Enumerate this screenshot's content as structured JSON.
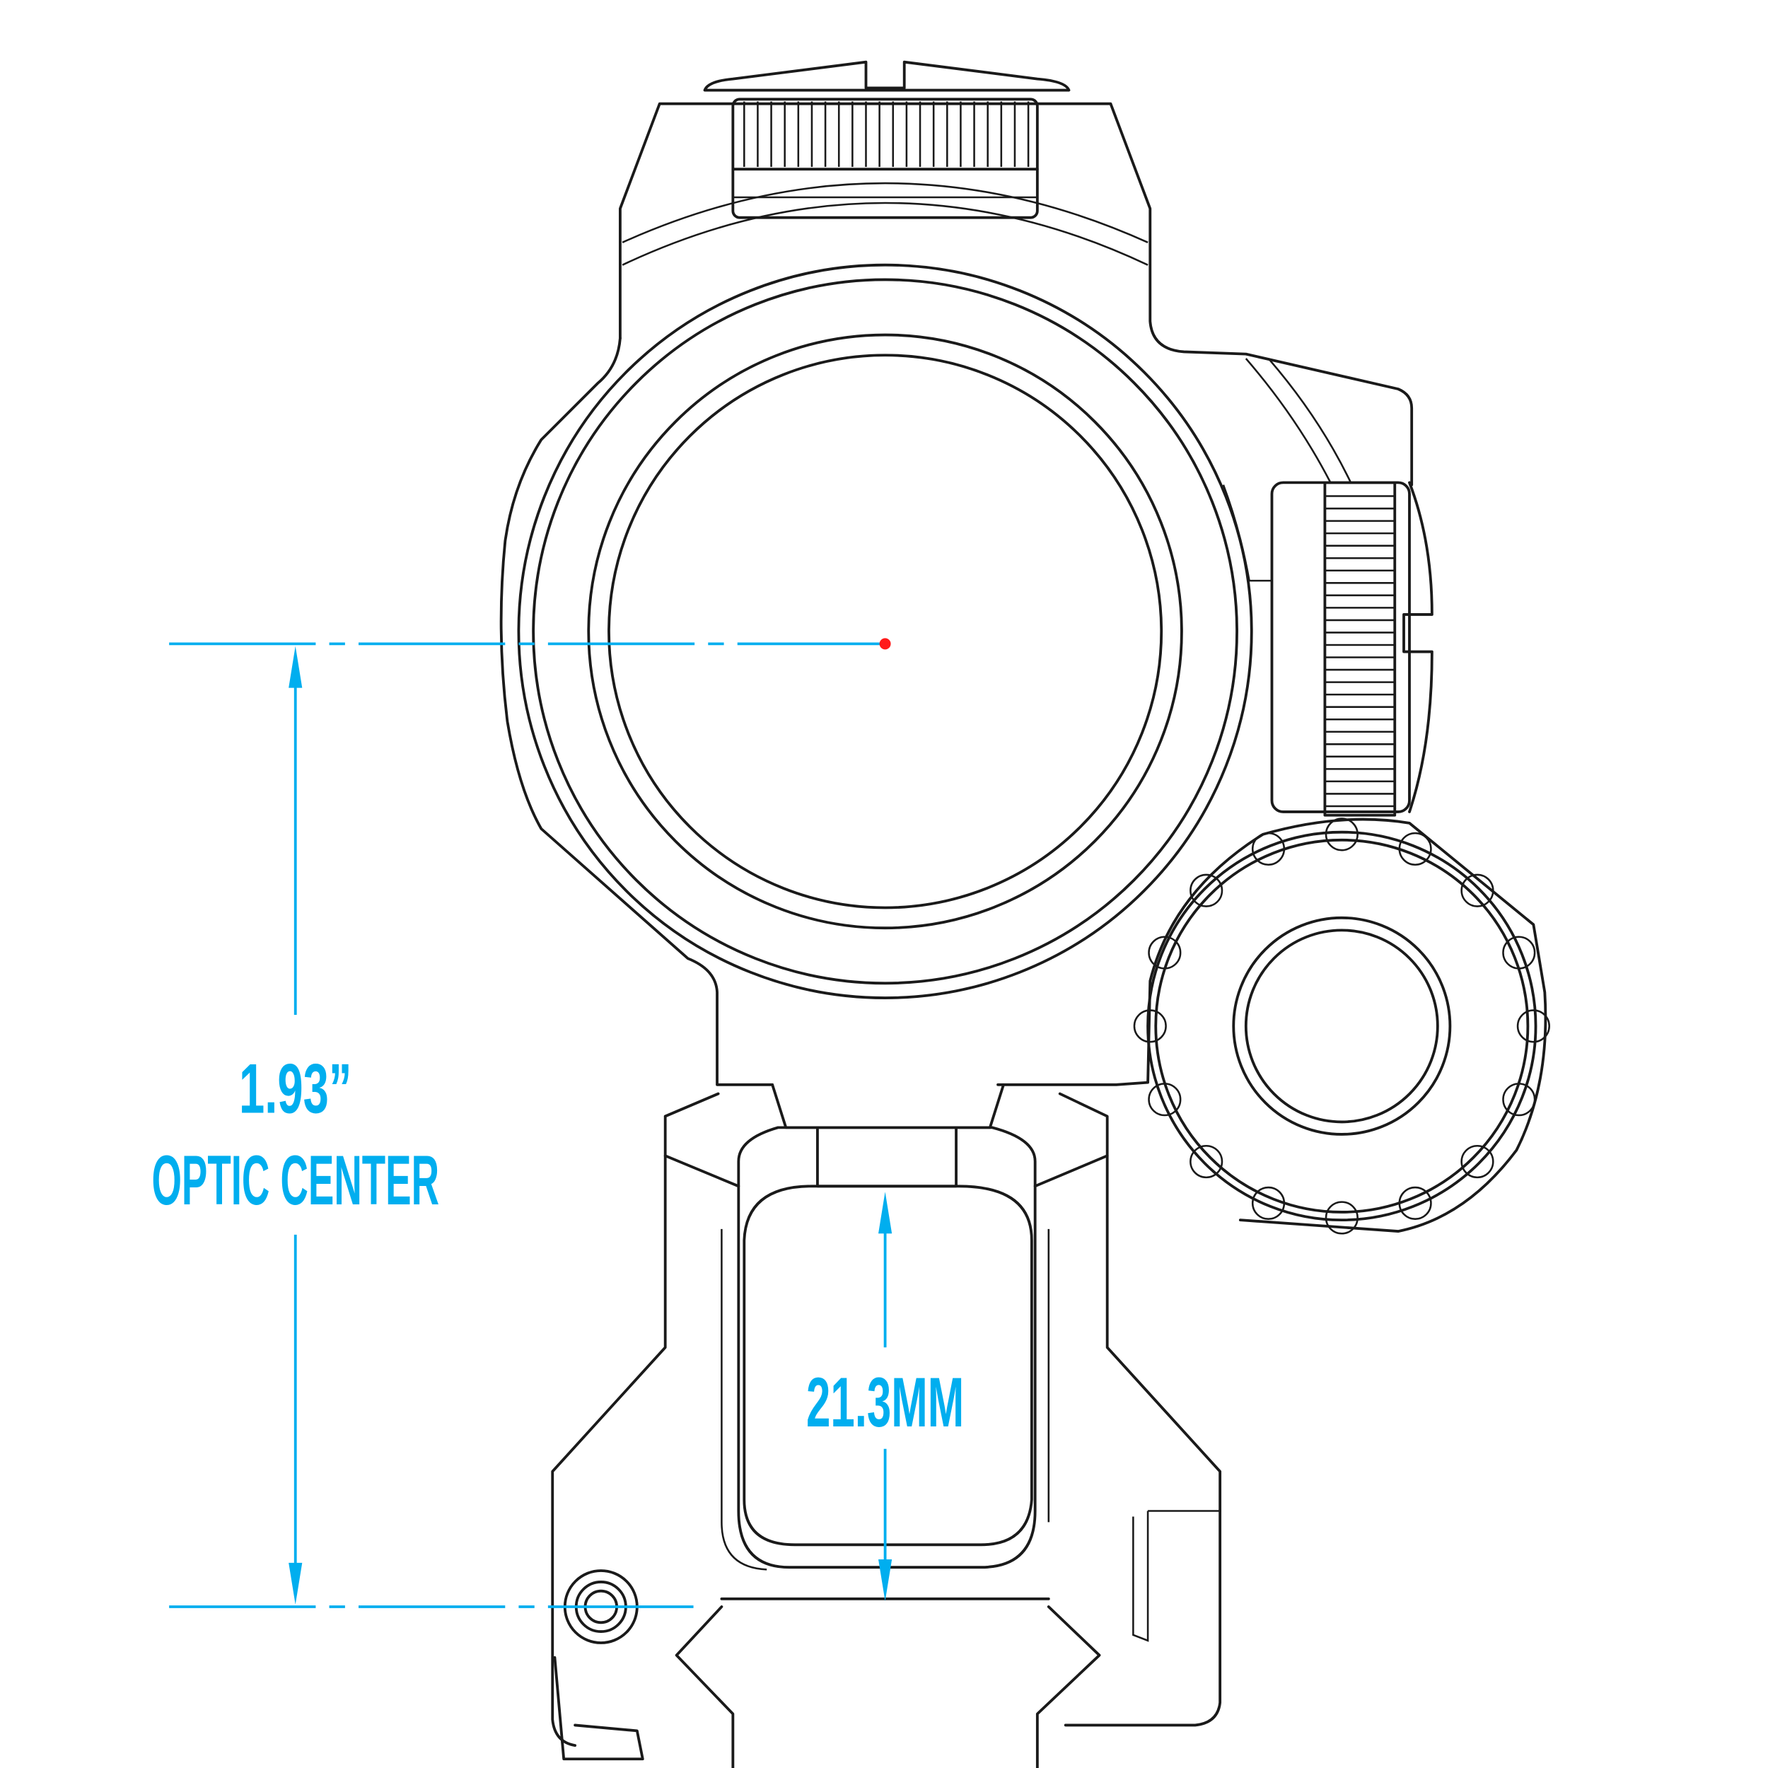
{
  "colors": {
    "dimension": "#00aeef",
    "line": "#1a1a1a",
    "center_dot": "#ff1a1a",
    "background": "#ffffff"
  },
  "dimensions": {
    "height_value": "1.93”",
    "height_label": "OPTIC CENTER",
    "window_value": "21.3MM"
  }
}
